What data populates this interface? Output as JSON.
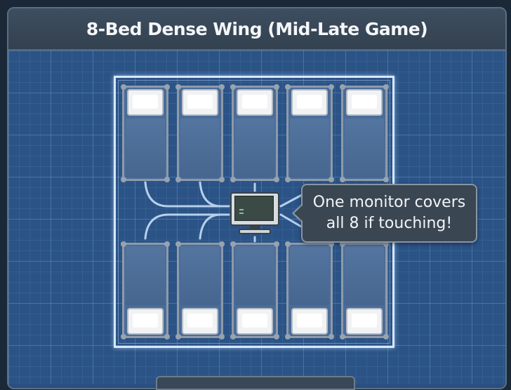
{
  "title": "8-Bed Dense Wing (Mid-Late Game)",
  "tooltip": {
    "line1": "One monitor covers",
    "line2": "all 8 if touching!"
  },
  "beds": {
    "top_row": [
      "bed",
      "bed",
      "bed",
      "bed",
      "bed"
    ],
    "bottom_row": [
      "bed",
      "bed",
      "bed",
      "bed",
      "bed"
    ]
  },
  "icons": {
    "monitor": "vitals-monitor-icon",
    "bed": "bed-icon"
  },
  "colors": {
    "blueprint_bg": "#2b5386",
    "room_outline": "#d6e8fb",
    "tooltip_bg": "#3b4653",
    "title_bar": "#3d4e60"
  }
}
